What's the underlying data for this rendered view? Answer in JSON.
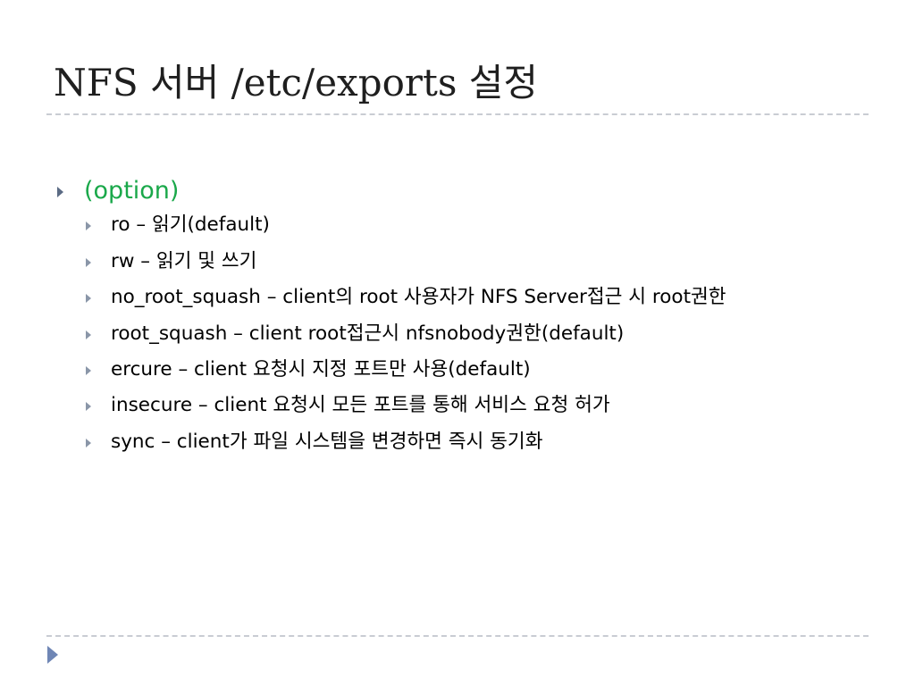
{
  "slide": {
    "title": "NFS 서버  /etc/exports 설정",
    "level1": {
      "label": "(option)"
    },
    "items": [
      {
        "text": "ro – 읽기(default)"
      },
      {
        "text": "rw – 읽기 및 쓰기"
      },
      {
        "text": "no_root_squash – client의 root 사용자가 NFS Server접근 시 root권한"
      },
      {
        "text": "root_squash – client root접근시 nfsnobody권한(default)"
      },
      {
        "text": "ercure – client 요청시 지정 포트만 사용(default)"
      },
      {
        "text": "insecure – client 요청시 모든 포트를 통해 서비스 요청 허가"
      },
      {
        "text": "sync – client가 파일 시스템을 변경하면 즉시 동기화"
      }
    ]
  },
  "colors": {
    "title": "#1f1f1f",
    "option_label": "#1aa84a",
    "bullet": "#5b6b84",
    "divider": "#c9ccd3",
    "nav_arrow": "#6f86b5"
  },
  "icons": {
    "level1_bullet": "triangle-right-icon",
    "level2_bullet": "triangle-right-icon",
    "navigation": "play-arrow-icon"
  }
}
